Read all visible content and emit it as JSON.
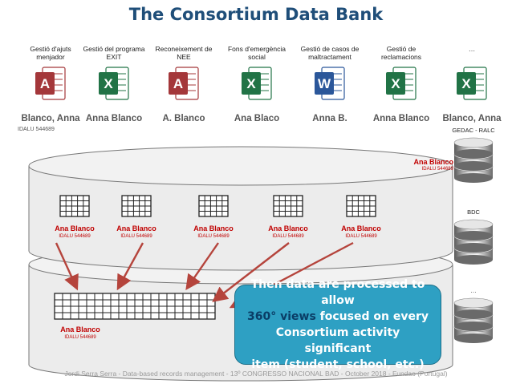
{
  "title": "The Consortium Data Bank",
  "apps": [
    {
      "caption": "Gestió d'ajuts menjador",
      "type": "access",
      "owner": "Blanco, Anna"
    },
    {
      "caption": "Gestió del programa EXIT",
      "type": "excel",
      "owner": "Anna Blanco"
    },
    {
      "caption": "Reconeixement de NEE",
      "type": "access",
      "owner": "A. Blanco"
    },
    {
      "caption": "Fons d'emergència social",
      "type": "excel",
      "owner": "Ana Blaco"
    },
    {
      "caption": "Gestió de casos de maltractament",
      "type": "word",
      "owner": "Anna B."
    },
    {
      "caption": "Gestió de reclamacions",
      "type": "excel",
      "owner": "Anna Blanco"
    },
    {
      "caption": "…",
      "type": "excel",
      "owner": "Blanco, Anna"
    }
  ],
  "first_owner_id": "IDALU 544689",
  "record": {
    "name": "Ana Blanco",
    "id": "IDALU 544689"
  },
  "side_databases": [
    {
      "label": "GEDAC - RALC",
      "shows_record": true
    },
    {
      "label": "BDC",
      "shows_record": false
    },
    {
      "label": "…",
      "shows_record": false
    }
  ],
  "callout": {
    "line1": "Then data are processed to allow",
    "highlight": "360° views",
    "line2": "focused on every",
    "line3": "Consortium activity significant",
    "line4": "item (student, school, etc.)"
  },
  "colors": {
    "title": "#1f4e79",
    "access": "#a4373a",
    "excel": "#217346",
    "word": "#2b579a",
    "record_red": "#c00000",
    "arrow": "#b5443c",
    "callout_bg": "#2ea0c3",
    "callout_highlight": "#0a3d66"
  },
  "footer": "Jordi Serra Serra - Data-based records management - 13º CONGRESSO NACIONAL BAD - October 2018 - Fundao (Portugal)"
}
